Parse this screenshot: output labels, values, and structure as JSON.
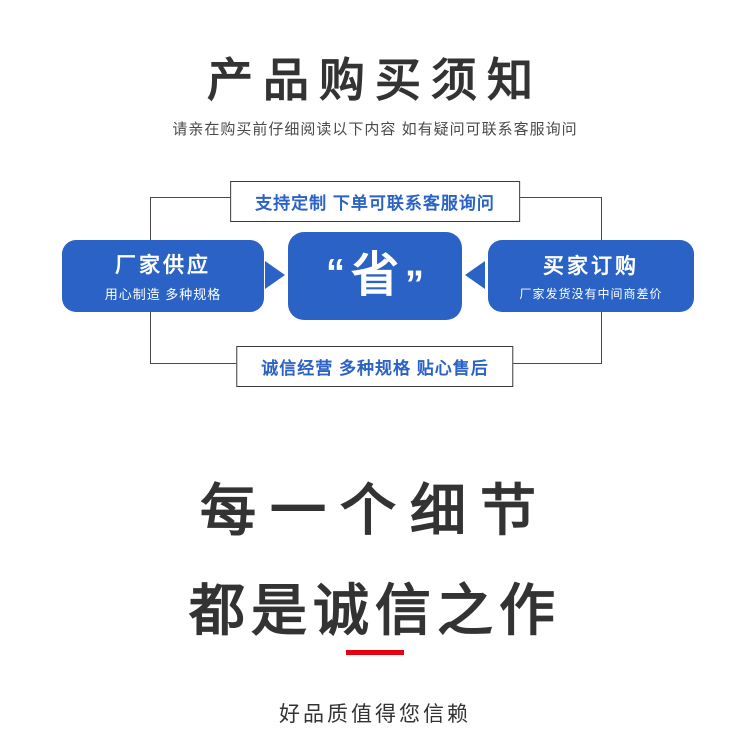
{
  "header": {
    "title": "产品购买须知",
    "subtitle": "请亲在购买前仔细阅读以下内容 如有疑问可联系客服询问"
  },
  "diagram": {
    "top_box": "支持定制 下单可联系客服询问",
    "left_box": {
      "title": "厂家供应",
      "subtitle": "用心制造 多种规格"
    },
    "center_box": {
      "open_quote": "“",
      "text": "省",
      "close_quote": "”"
    },
    "right_box": {
      "title": "买家订购",
      "subtitle": "厂家发货没有中间商差价"
    },
    "bottom_box": "诚信经营 多种规格 贴心售后"
  },
  "footer": {
    "headline_line1": "每一个细节",
    "headline_line2": "都是诚信之作",
    "tagline": "好品质值得您信赖"
  },
  "colors": {
    "accent_blue": "#2a62c6",
    "accent_red": "#e60012",
    "text_dark": "#333333"
  }
}
